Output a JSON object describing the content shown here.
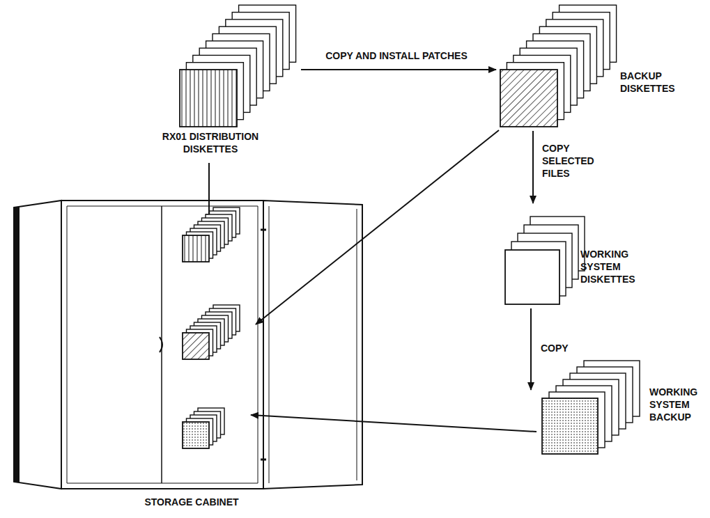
{
  "diagram": {
    "nodes": [
      {
        "text": [
          "RX01 DISTRIBUTION DISKETTES"
        ]
      },
      {
        "text": [
          "BACKUP DISKETTES"
        ]
      },
      {
        "text": [
          "WORKING SYSTEM DISKETTES"
        ]
      },
      {
        "text": [
          "WORKING SYSTEM BACKUP"
        ]
      },
      {
        "text": [
          "STORAGE CABINET"
        ]
      }
    ],
    "edges": [
      {
        "from": 0,
        "to": 1,
        "label": "COPY AND INSTALL PATCHES",
        "arrow": "to"
      },
      {
        "from": 1,
        "to": 2,
        "label": "COPY SELECTED FILES",
        "arrow": "to"
      },
      {
        "from": 2,
        "to": 3,
        "label": "COPY",
        "arrow": "to"
      },
      {
        "from": 0,
        "to": 4,
        "arrow": "to"
      },
      {
        "from": 1,
        "to": 4,
        "arrow": "to"
      },
      {
        "from": 3,
        "to": 4,
        "arrow": "to"
      }
    ]
  }
}
